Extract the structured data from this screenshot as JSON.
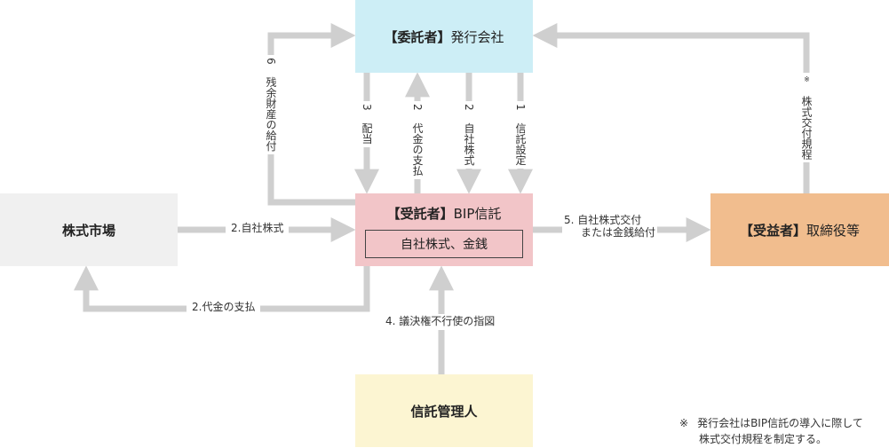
{
  "boxes": {
    "issuer": {
      "bracket": "【委託者】",
      "name": "発行会社"
    },
    "trust": {
      "bracket": "【受託者】",
      "name": "BIP信託",
      "inner": "自社株式、金銭"
    },
    "market": {
      "name": "株式市場"
    },
    "benef": {
      "bracket": "【受益者】",
      "name": "取締役等"
    },
    "admin": {
      "name": "信託管理人"
    }
  },
  "labels": {
    "residual_num": "6",
    "residual": "残余財産の給付",
    "dividend_num": "3",
    "dividend": "配当",
    "payment_num": "2",
    "payment": "代金の支払",
    "shares_num": "2",
    "shares": "自社株式",
    "trust_setup_num": "1",
    "trust_setup": "信託設定",
    "rules_mark": "※",
    "rules": "株式交付規程",
    "market_shares": "2.自社株式",
    "market_payment": "2.代金の支払",
    "benefit_line1": "5. 自社株式交付",
    "benefit_line2": "または金銭給付",
    "voting": "4. 議決権不行使の指図"
  },
  "footnote": {
    "mark": "※",
    "line1": "発行会社はBIP信託の導入に際して",
    "line2": "株式交付規程を制定する。"
  },
  "colors": {
    "arrow": "#cfcfcf"
  }
}
